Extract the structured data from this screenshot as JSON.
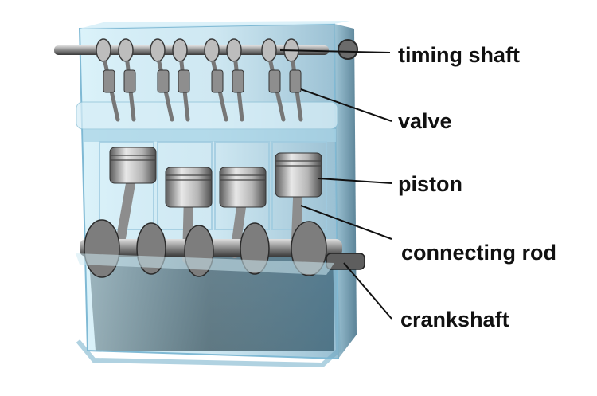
{
  "labels": {
    "timing_shaft": "timing shaft",
    "valve": "valve",
    "piston": "piston",
    "connecting_rod": "connecting rod",
    "crankshaft": "crankshaft"
  },
  "colors": {
    "background": "#ffffff",
    "glass": "#bfe6f2",
    "glass_edge": "#7fb9d4",
    "block_dark": "#0d1014",
    "metal_light": "#d9d9d9",
    "metal_mid": "#9a9a9a",
    "metal_dark": "#4a4a4a",
    "leader_line": "#111111",
    "label_text": "#111111"
  }
}
